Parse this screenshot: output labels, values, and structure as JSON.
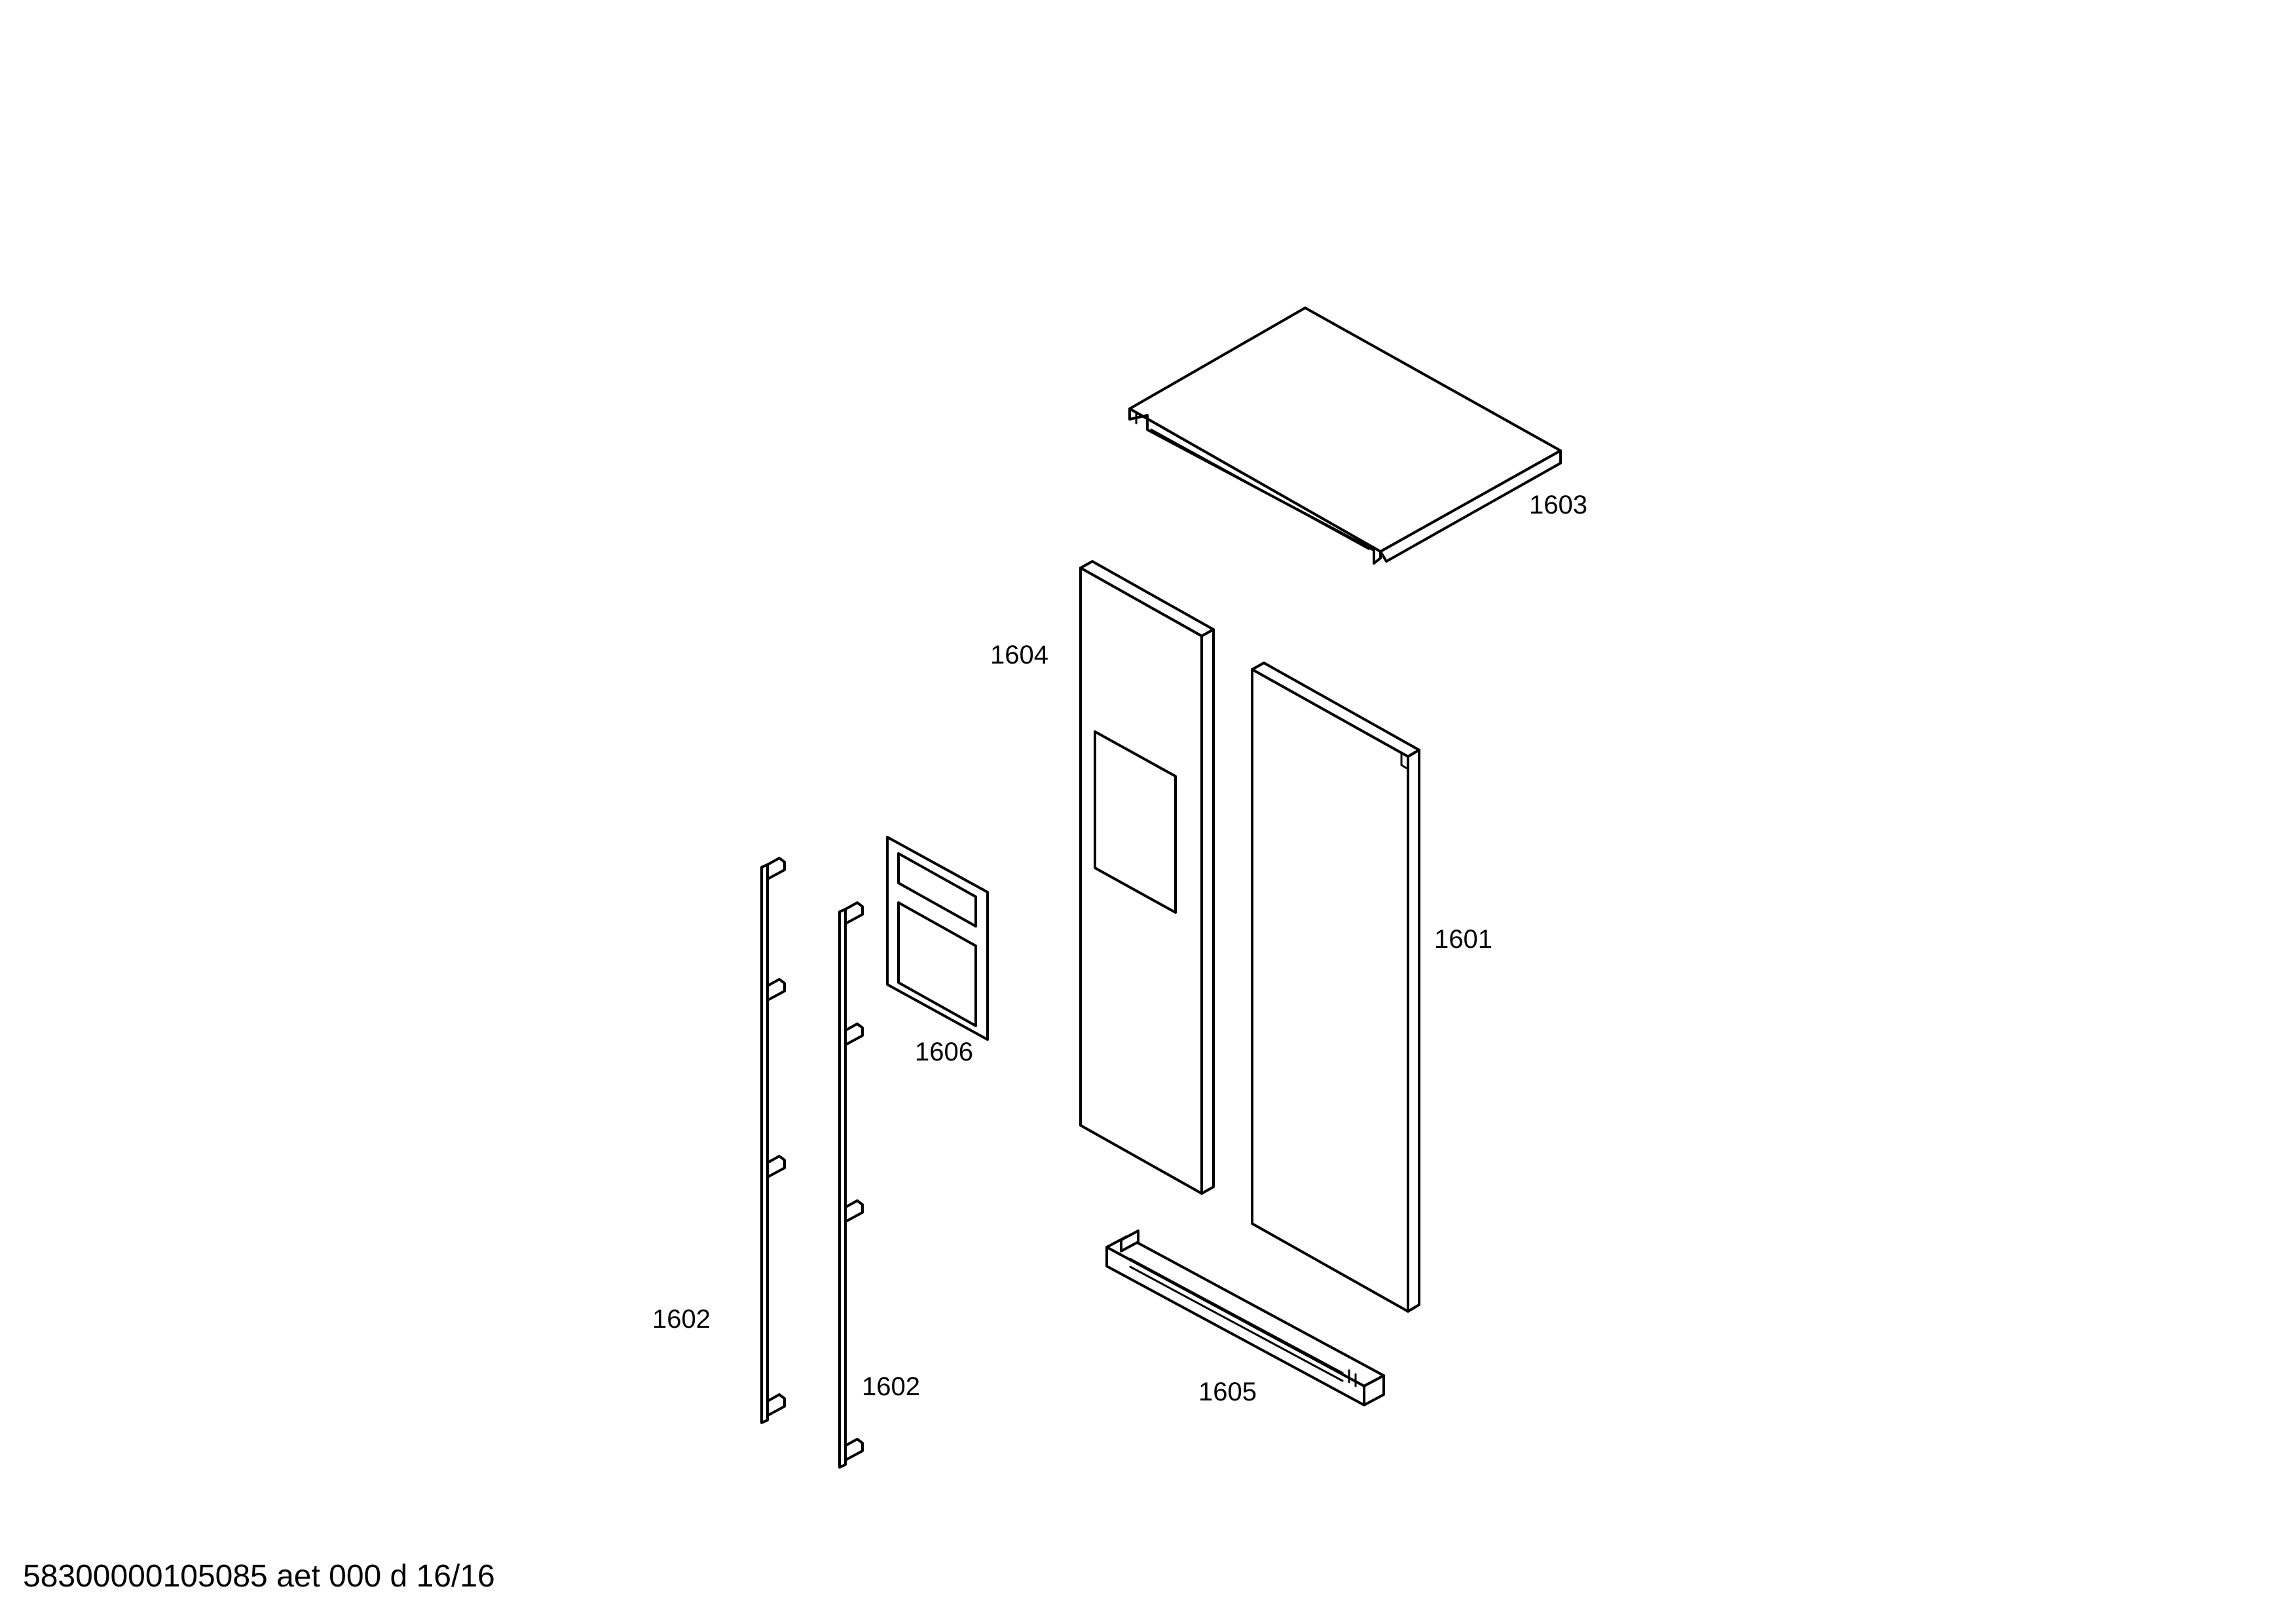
{
  "callouts": {
    "p1603": "1603",
    "p1604": "1604",
    "p1601": "1601",
    "p1606": "1606",
    "p1602_left": "1602",
    "p1602_right": "1602",
    "p1605": "1605"
  },
  "footer": {
    "document_id": "58300000105085 aet 000 d 16/16"
  }
}
